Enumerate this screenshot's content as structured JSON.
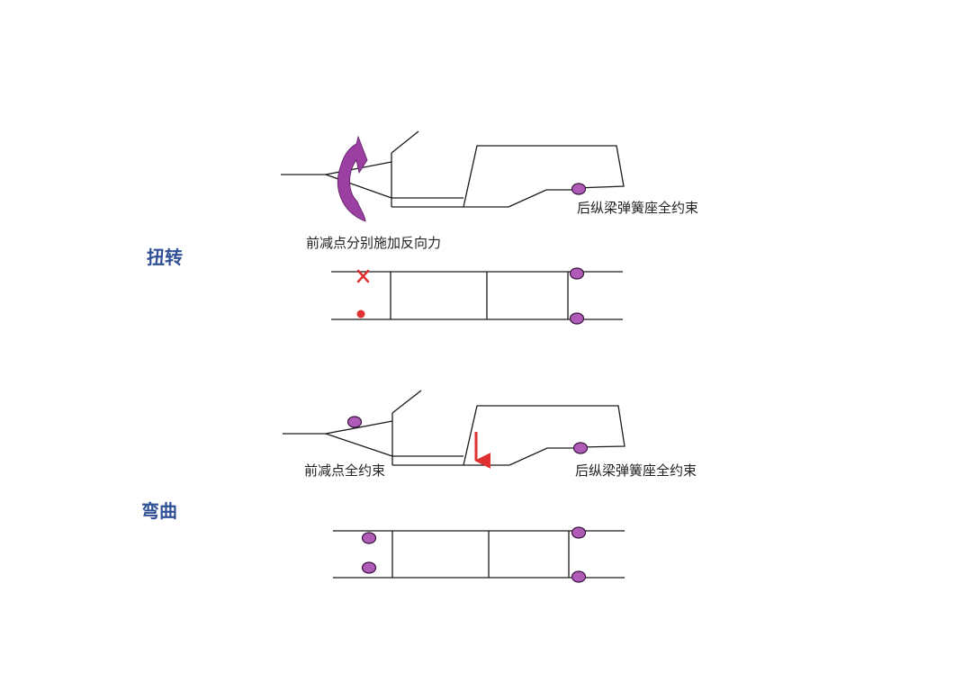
{
  "colors": {
    "label": "#2f4f96",
    "line": "#1a1a1a",
    "constraint_fill": "#b05bb8",
    "constraint_stroke": "#3a1540",
    "moment_arrow": "#9c3fa3",
    "force": "#e03030"
  },
  "cases": [
    {
      "label": "扭转",
      "front_note": "前减点分别施加反向力",
      "rear_note": "后纵梁弹簧座全约束",
      "front_load": "reverse moment (curved arrow)",
      "top_view_front_marks": [
        "cross",
        "dot"
      ]
    },
    {
      "label": "弯曲",
      "front_note": "前减点全约束",
      "rear_note": "后纵梁弹簧座全约束",
      "front_load": "fixed constraint",
      "mid_load": "downward force arrow",
      "top_view_front_marks": [
        "constraint",
        "constraint"
      ]
    }
  ],
  "icons": [
    "curved-arrow-icon",
    "cross-icon",
    "dot-icon",
    "constraint-icon",
    "down-arrow-icon"
  ]
}
